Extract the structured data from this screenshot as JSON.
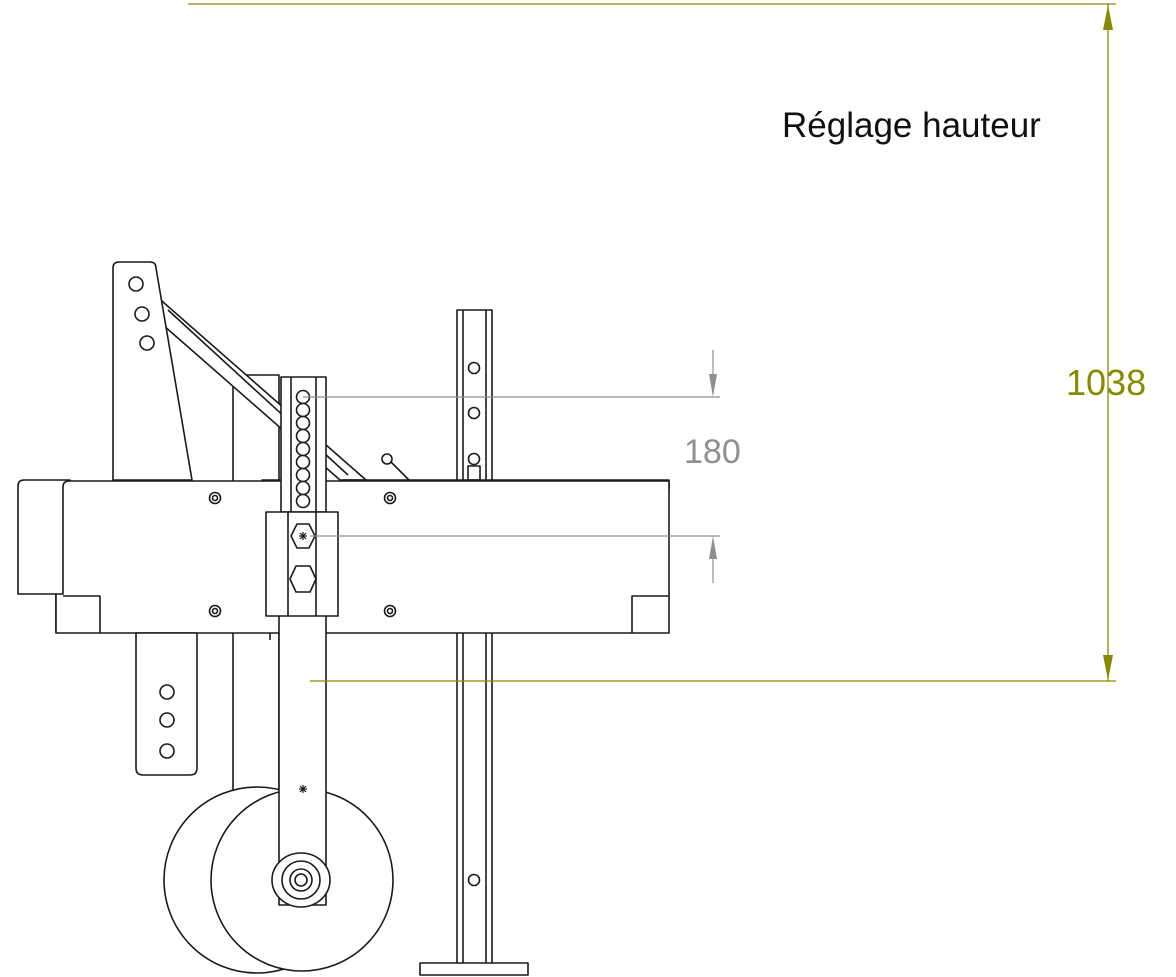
{
  "drawing": {
    "title": "Réglage hauteur",
    "dimension_total": "1038",
    "dimension_adjust": "180"
  },
  "colors": {
    "line": "#1a1a1a",
    "dimension_major": "#8a8a00",
    "dimension_minor": "#8f8f8f",
    "background": "#ffffff"
  }
}
